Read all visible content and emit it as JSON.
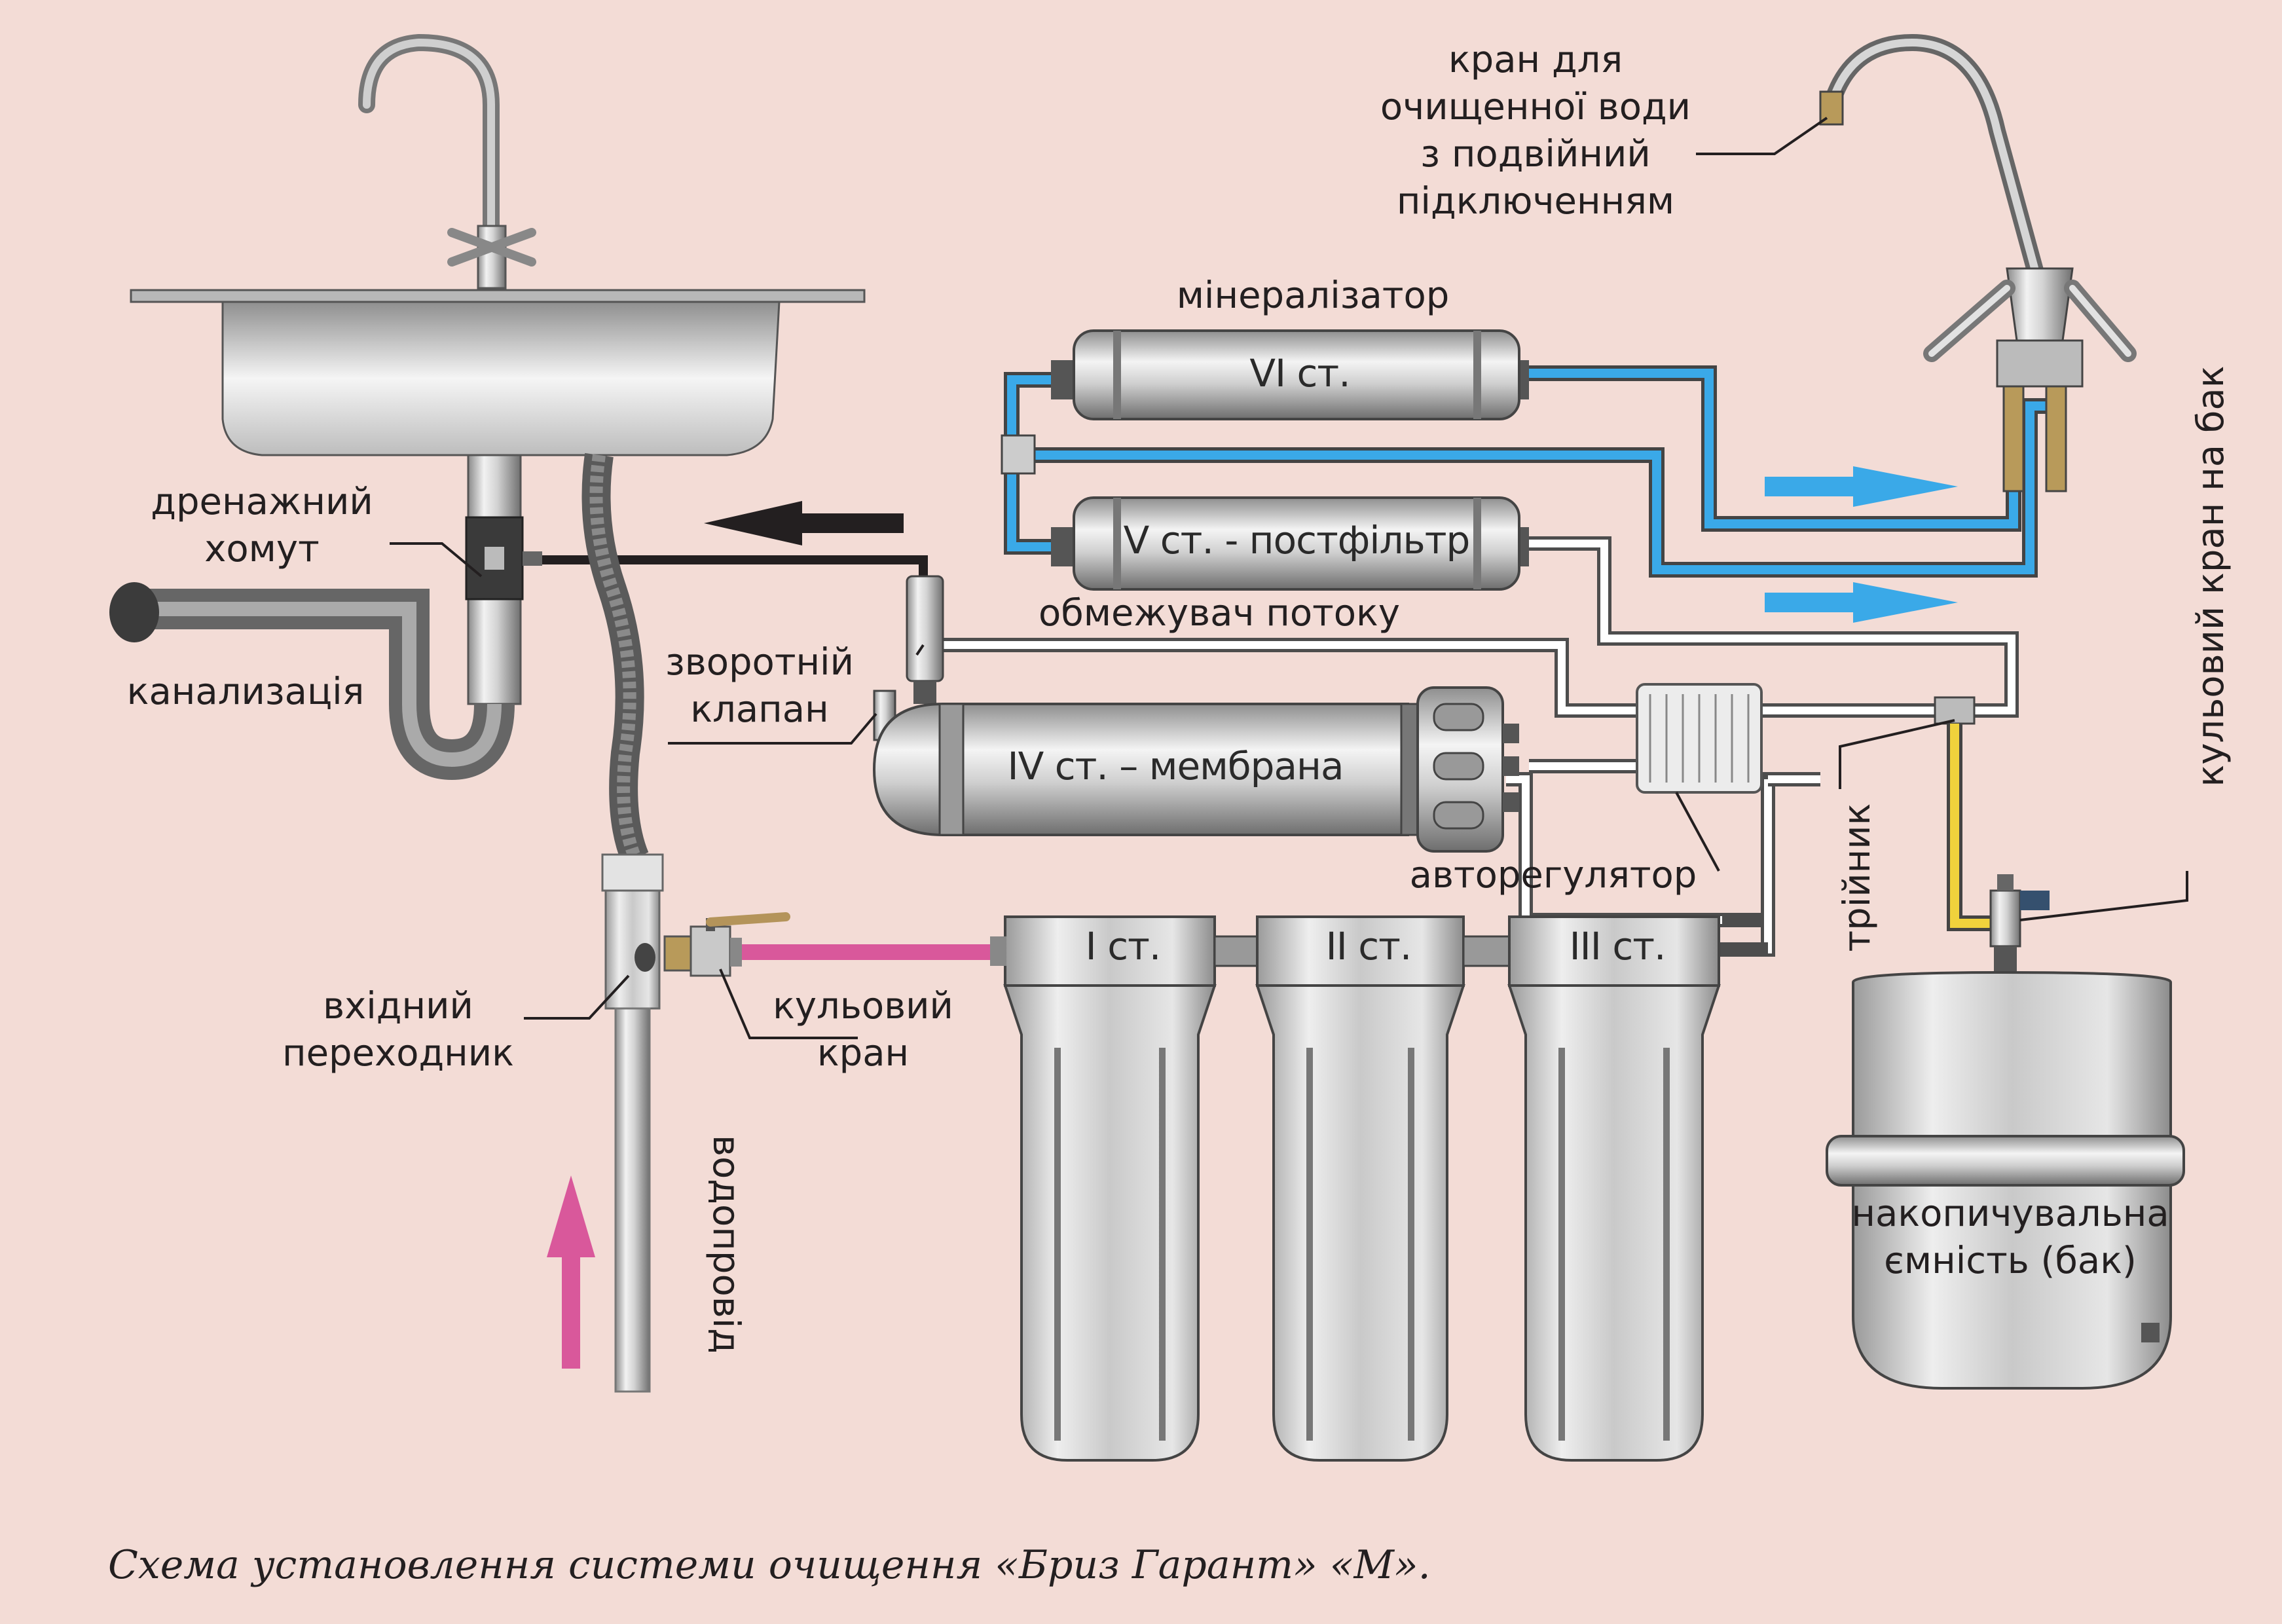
{
  "caption": "Схема установлення системи очищення «Бриз Гарант» «М».",
  "labels": {
    "faucet_clean_1": "кран для",
    "faucet_clean_2": "очищенної води",
    "faucet_clean_3": "з подвійний",
    "faucet_clean_4": "підключенням",
    "mineralizer": "мінералізатор",
    "drain_clamp_1": "дренажний",
    "drain_clamp_2": "хомут",
    "sewer": "канализація",
    "flow_limiter": "обмежувач потоку",
    "check_valve_1": "зворотній",
    "check_valve_2": "клапан",
    "auto_regulator": "авторегулятор",
    "inlet_adapter_1": "вхідний",
    "inlet_adapter_2": "переходник",
    "ball_valve_1": "кульовий",
    "ball_valve_2": "кран",
    "water_supply": "водопровід",
    "tee": "трійник",
    "tank_ball_valve": "кульовий кран на бак",
    "tank_1": "накопичувальна",
    "tank_2": "ємність (бак)"
  },
  "stages": {
    "s1": "I ст.",
    "s2": "II ст.",
    "s3": "III ст.",
    "s4": "IV ст. – мембрана",
    "s5": "V ст. - постфільтр",
    "s6": "VI ст."
  },
  "colors": {
    "background": "#f3dcd6",
    "clean_water": "#3aa9e8",
    "raw_water": "#d9589b",
    "drain": "#231f20",
    "tank_line": "#f0d23c",
    "tube": "#ffffff"
  }
}
